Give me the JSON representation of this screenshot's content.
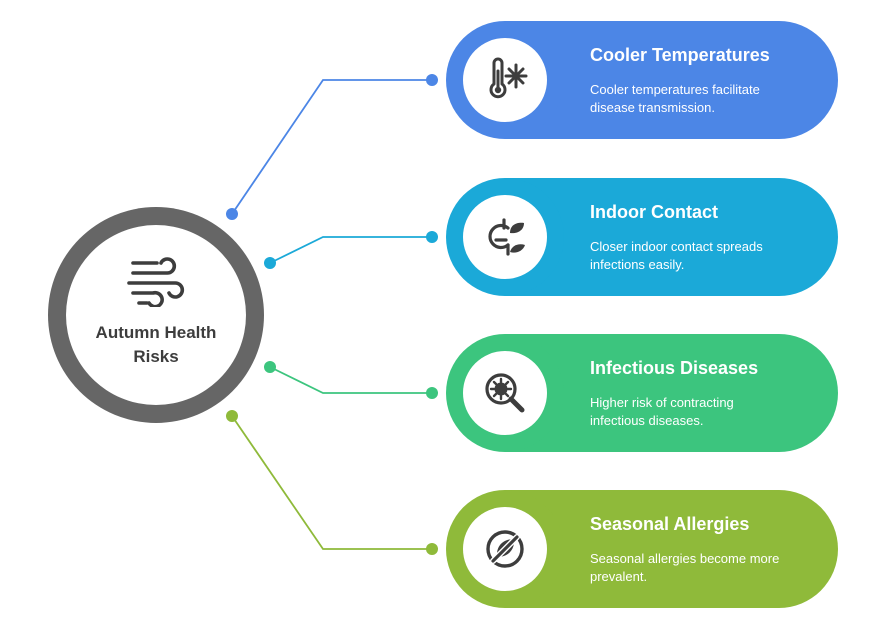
{
  "hub": {
    "title": "Autumn Health Risks",
    "icon": "wind-icon",
    "color": "#666666"
  },
  "cards": [
    {
      "title": "Cooler Temperatures",
      "description": "Cooler temperatures facilitate disease transmission.",
      "icon": "thermometer-snowflake-icon",
      "color": "#4C86E6"
    },
    {
      "title": "Indoor Contact",
      "description": "Closer indoor contact spreads infections easily.",
      "icon": "plant-sprout-icon",
      "color": "#1BA9D8"
    },
    {
      "title": "Infectious Diseases",
      "description": "Higher risk of contracting infectious diseases.",
      "icon": "virus-magnifier-icon",
      "color": "#3CC57E"
    },
    {
      "title": "Seasonal Allergies",
      "description": "Seasonal allergies become more prevalent.",
      "icon": "no-pollen-icon",
      "color": "#8FBA3A"
    }
  ]
}
